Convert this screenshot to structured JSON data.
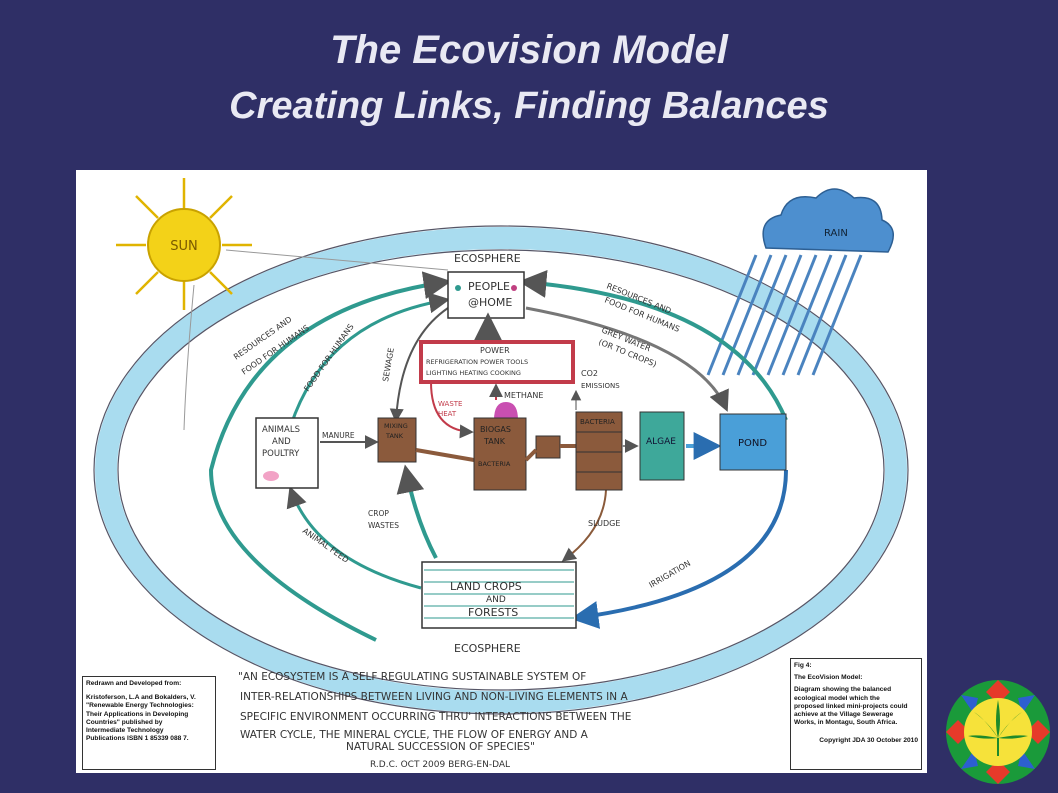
{
  "slide": {
    "title": "The Ecovision Model",
    "subtitle": "Creating Links, Finding Balances"
  },
  "diagram": {
    "nodes": {
      "sun": "SUN",
      "rain": "RAIN",
      "ecosphere_top": "ECOSPHERE",
      "ecosphere_bottom": "ECOSPHERE",
      "people_line1": "PEOPLE",
      "people_line2": "@HOME",
      "power_title": "POWER",
      "power_line1": "REFRIGERATION  POWER TOOLS",
      "power_line2": "LIGHTING  HEATING  COOKING",
      "animals_line1": "ANIMALS",
      "animals_line2": "AND",
      "animals_line3": "POULTRY",
      "mixing_line1": "MIXING",
      "mixing_line2": "TANK",
      "biogas_line1": "BIOGAS",
      "biogas_line2": "TANK",
      "biogas_line3": "BACTERIA",
      "bacteria": "BACTERIA",
      "algae": "ALGAE",
      "pond": "POND",
      "crops_line1": "LAND CROPS",
      "crops_line2": "AND",
      "crops_line3": "FORESTS"
    },
    "flow_labels": {
      "resources_left_1": "RESOURCES AND",
      "resources_left_2": "FOOD FOR HUMANS",
      "food_inner": "FOOD FOR HUMANS",
      "sewage": "SEWAGE",
      "resources_right_1": "RESOURCES AND",
      "resources_right_2": "FOOD FOR HUMANS",
      "grey_water_1": "GREY WATER",
      "grey_water_2": "(OR TO CROPS)",
      "co2": "CO2",
      "emissions": "EMISSIONS",
      "methane": "METHANE",
      "waste_heat_1": "WASTE",
      "waste_heat_2": "HEAT",
      "manure": "MANURE",
      "crop_wastes_1": "CROP",
      "crop_wastes_2": "WASTES",
      "sludge": "SLUDGE",
      "animal_feed": "ANIMAL FEED",
      "irrigation": "IRRIGATION"
    },
    "quote": {
      "line1": "\"AN ECOSYSTEM IS A SELF REGULATING SUSTAINABLE SYSTEM OF",
      "line2": "INTER-RELATIONSHIPS BETWEEN LIVING AND NON-LIVING ELEMENTS IN A",
      "line3": "SPECIFIC ENVIRONMENT OCCURRING THRU' INTERACTIONS BETWEEN THE",
      "line4": "WATER CYCLE, THE MINERAL CYCLE, THE FLOW OF ENERGY AND A",
      "line5": "NATURAL SUCCESSION OF SPECIES\""
    },
    "signature": "R.D.C. OCT 2009   BERG-EN-DAL",
    "credit_box": {
      "heading": "Redrawn and Developed from:",
      "line1": "Kristoferson, L.A and Bokalders, V.",
      "line2": "\"Renewable Energy Technologies:",
      "line3": "Their Applications in Developing",
      "line4": "Countries\" published by",
      "line5": "Intermediate Technology",
      "line6": "Publications  ISBN 1 85339 088 7."
    },
    "fig_box": {
      "fig": "Fig 4:",
      "title": "The EcoVision Model:",
      "line1": "Diagram showing the balanced",
      "line2": "ecological model which the",
      "line3": "proposed linked mini-projects could",
      "line4": "achieve at the Village Sewerage",
      "line5": "Works, in Montagu, South Africa.",
      "copyright": "Copyright JDA 30 October 2010"
    }
  }
}
